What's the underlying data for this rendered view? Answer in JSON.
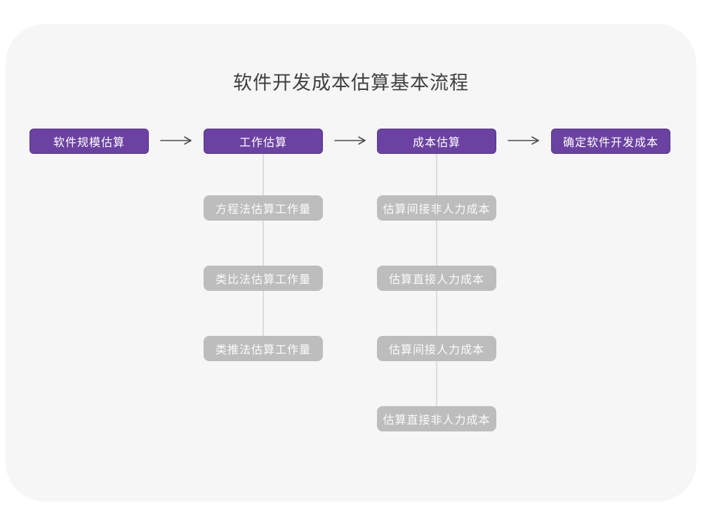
{
  "title": "软件开发成本估算基本流程",
  "colors": {
    "card_background": "#f6f6f7",
    "primary": "#6b42a1",
    "primary_border": "#5a3590",
    "gray_box": "#bdbdbd",
    "connector": "#dcdcdc",
    "arrow": "#4a4a4a",
    "title_text": "#3f3f3f",
    "node_text": "#ffffff",
    "subnode_text": "#fbfbfb"
  },
  "flow": {
    "main_steps": [
      {
        "label": "软件规模估算"
      },
      {
        "label": "工作估算"
      },
      {
        "label": "成本估算"
      },
      {
        "label": "确定软件开发成本"
      }
    ],
    "work_substeps": [
      {
        "label": "方程法估算工作量"
      },
      {
        "label": "类比法估算工作量"
      },
      {
        "label": "类推法估算工作量"
      }
    ],
    "cost_substeps": [
      {
        "label": "估算间接非人力成本"
      },
      {
        "label": "估算直接人力成本"
      },
      {
        "label": "估算间接人力成本"
      },
      {
        "label": "估算直接非人力成本"
      }
    ]
  }
}
